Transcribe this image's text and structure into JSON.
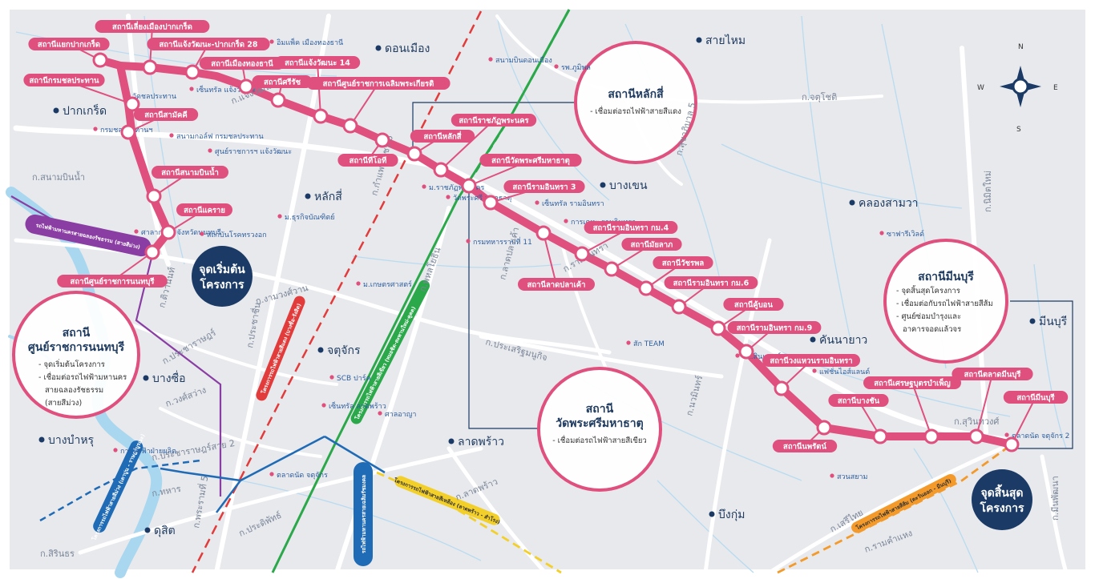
{
  "stations": [
    {
      "id": "pk-bypass",
      "label": "สถานีแยกปากเกร็ด"
    },
    {
      "id": "lieng-pk",
      "label": "สถานีเลี่ยงเมืองปากเกร็ด"
    },
    {
      "id": "cw-pk28",
      "label": "สถานีแจ้งวัฒนะ-ปากเกร็ด 28"
    },
    {
      "id": "mueang-thong",
      "label": "สถานีเมืองทองธานี"
    },
    {
      "id": "cw14",
      "label": "สถานีแจ้งวัฒนะ 14"
    },
    {
      "id": "kon-chon",
      "label": "สถานีกรมชลประทาน"
    },
    {
      "id": "srirat",
      "label": "สถานีศรีรัช"
    },
    {
      "id": "govt-center",
      "label": "สถานีศูนย์ราชการเฉลิมพระเกียรติ"
    },
    {
      "id": "samakkhi",
      "label": "สถานีสามัคคี"
    },
    {
      "id": "tot",
      "label": "สถานีทีโอที"
    },
    {
      "id": "laksi",
      "label": "สถานีหลักสี่"
    },
    {
      "id": "rajabhat",
      "label": "สถานีราชภัฏพระนคร"
    },
    {
      "id": "wat-phra-sri",
      "label": "สถานีวัดพระศรีมหาธาตุ"
    },
    {
      "id": "sanambinnam",
      "label": "สถานีสนามบินน้ำ"
    },
    {
      "id": "ramintra3",
      "label": "สถานีรามอินทรา 3"
    },
    {
      "id": "khae-rai",
      "label": "สถานีแคราย"
    },
    {
      "id": "ramintra-km4",
      "label": "สถานีรามอินทรา กม.4"
    },
    {
      "id": "maiyalap",
      "label": "สถานีมัยลาภ"
    },
    {
      "id": "nonthaburi-govt",
      "label": "สถานีศูนย์ราชการนนทบุรี"
    },
    {
      "id": "lat-pla-khao",
      "label": "สถานีลาดปลาเค้า"
    },
    {
      "id": "watcharaphon",
      "label": "สถานีวัชรพล"
    },
    {
      "id": "ramintra-km6",
      "label": "สถานีรามอินทรา กม.6"
    },
    {
      "id": "khubon",
      "label": "สถานีคู้บอน"
    },
    {
      "id": "ramintra-km9",
      "label": "สถานีรามอินทรา กม.9"
    },
    {
      "id": "nong-chok",
      "label": "สถานีนพรัตน์"
    },
    {
      "id": "bang-chan",
      "label": "สถานีบางชัน"
    },
    {
      "id": "setthabutbamphen",
      "label": "สถานีเศรษฐบุตรบำเพ็ญ"
    },
    {
      "id": "talat-minburi",
      "label": "สถานีตลาดมีนบุรี"
    },
    {
      "id": "minburi",
      "label": "สถานีมีนบุรี"
    },
    {
      "id": "nong-wong",
      "label": "สถานีวงแหวนรามอินทรา"
    }
  ],
  "places": [
    {
      "name": "ดอนเมือง"
    },
    {
      "name": "สายไหม"
    },
    {
      "name": "ปากเกร็ด"
    },
    {
      "name": "หลักสี่"
    },
    {
      "name": "บางเขน"
    },
    {
      "name": "คลองสามวา"
    },
    {
      "name": "มีนบุรี"
    },
    {
      "name": "คันนายาว"
    },
    {
      "name": "บางซื่อ"
    },
    {
      "name": "จตุจักร"
    },
    {
      "name": "บางบำหรุ"
    },
    {
      "name": "ลาดพร้าว"
    },
    {
      "name": "บึงกุ่ม"
    },
    {
      "name": "ดุสิต"
    }
  ],
  "pois": [
    {
      "name": "สนามบินดอนเมือง"
    },
    {
      "name": "รพ.ภูมิพล"
    },
    {
      "name": "อิมแพ็ค เมืองทองธานี"
    },
    {
      "name": "เซ็นทรัล แจ้งวัฒนะ"
    },
    {
      "name": "วัดชลประทาน"
    },
    {
      "name": "กรมชลประทานฯ"
    },
    {
      "name": "สนามกอล์ฟ กรมชลประทาน"
    },
    {
      "name": "ศูนย์ราชการฯ แจ้งวัฒนะ"
    },
    {
      "name": "ม.ราชภัฏพระนคร"
    },
    {
      "name": "วัดพระศรี มหาธาตุ"
    },
    {
      "name": "เซ็นทรัล รามอินทรา"
    },
    {
      "name": "การเคหะ รามอินทรา"
    },
    {
      "name": "กรมทหารราบที่ 11"
    },
    {
      "name": "ม.ธุรกิจบัณฑิตย์"
    },
    {
      "name": "ม.เกษตรศาสตร์"
    },
    {
      "name": "SCB ปาร์ค"
    },
    {
      "name": "เซ็นทรัล ลาดพร้าว"
    },
    {
      "name": "ศาลอาญา"
    },
    {
      "name": "ตลาดนัด จตุจักร"
    },
    {
      "name": "ศาลากลาง จังหวัดนนทบุรี"
    },
    {
      "name": "สถาบันโรคทรวงอก"
    },
    {
      "name": "การไฟฟ้าฝ่ายผลิต"
    },
    {
      "name": "ซาฟารีเวิลด์"
    },
    {
      "name": "สัก TEAM"
    },
    {
      "name": "รพ.สินแพทย์"
    },
    {
      "name": "แฟชั่นไอส์แลนด์"
    },
    {
      "name": "สวนสยาม"
    },
    {
      "name": "ตลาดนัด จตุจักร 2"
    }
  ],
  "roads": [
    {
      "name": "ก.แจ้งวัฒนะ"
    },
    {
      "name": "ก.สนามบินน้ำ"
    },
    {
      "name": "ก.จตุโชติ"
    },
    {
      "name": "ก.สุขาภิบาล 5"
    },
    {
      "name": "ก.กำแพงเพชร 6"
    },
    {
      "name": "ก.ลาดปลาเค้า"
    },
    {
      "name": "ก.พหลโยธิน"
    },
    {
      "name": "ก.รามอินทรา"
    },
    {
      "name": "ก.งามวงศ์วาน"
    },
    {
      "name": "ก.ติวานนท์"
    },
    {
      "name": "ก.ประชาราษฎร์"
    },
    {
      "name": "ก.ประชาชื่น"
    },
    {
      "name": "ก.ประเสริฐมนูกิจ"
    },
    {
      "name": "ก.นวมินทร์"
    },
    {
      "name": "ก.วงศ์สว่าง"
    },
    {
      "name": "ก.ประชาราษฎร์สาย 2"
    },
    {
      "name": "ก.ทหาร"
    },
    {
      "name": "ก.ลาดพร้าว"
    },
    {
      "name": "ก.สิรินธร"
    },
    {
      "name": "ก.พระรามที่ 5"
    },
    {
      "name": "ก.ประดิพัทธ์"
    },
    {
      "name": "ก.เสรีไทย"
    },
    {
      "name": "ก.รามคำแหง"
    },
    {
      "name": "ก.สุวินทวงศ์"
    },
    {
      "name": "ก.นิมิตใหม่"
    },
    {
      "name": "ก.มีนพัฒนา"
    }
  ],
  "callouts": {
    "laksi": {
      "title": "สถานีหลักสี่",
      "bullet": "- เชื่อมต่อรถไฟฟ้าสายสีแดง"
    },
    "nonthaburi": {
      "title1": "สถานี",
      "title2": "ศูนย์ราชการนนทบุรี",
      "b1": "-  จุดเริ่มต้นโครงการ",
      "b2": "-  เชื่อมต่อรถไฟฟ้ามหานคร",
      "b3": "สายฉลองรัชธรรม",
      "b4": "(สายสีม่วง)"
    },
    "wat": {
      "title1": "สถานี",
      "title2": "วัดพระศรีมหาธาตุ",
      "bullet": "- เชื่อมต่อรถไฟฟ้าสายสีเขียว"
    },
    "minburi": {
      "title": "สถานีมีนบุรี",
      "b1": "- จุดสิ้นสุดโครงการ",
      "b2": "- เชื่อมต่อกับรถไฟฟ้าสายสีส้ม",
      "b3": "- ศูนย์ซ่อมบำรุงและ",
      "b4": "อาคารจอดแล้วจร"
    }
  },
  "badges": {
    "start": {
      "line1": "จุดเริ่มต้น",
      "line2": "โครงการ"
    },
    "end": {
      "line1": "จุดสิ้นสุด",
      "line2": "โครงการ"
    }
  },
  "route_labels": {
    "purple": "รถไฟฟ้ามหานครสายฉลองรัชธรรม (สายสีม่วง)",
    "red": "โครงการรถไฟฟ้าสายสีแดง (บางซื่อ-รังสิต)",
    "green": "โครงการรถไฟฟ้าสายสีเขียว (หมอชิต-สะพานใหม่-คูคต)",
    "yellow": "โครงการรถไฟฟ้าสายสีเหลือง (ลาดพร้าว - สำโรง)",
    "orange": "โครงการรถไฟฟ้าสายสีส้ม (ตะวันออก - มีนบุรี)",
    "blue1": "รถไฟฟ้ามหานครสายเฉลิมรัชมงคล",
    "blue2": "โครงการรถไฟฟ้าสายสีม่วง (เตาปูน - ราษฎร์บูรณะ)"
  },
  "compass": {
    "n": "N",
    "s": "S",
    "e": "E",
    "w": "W"
  },
  "colors": {
    "pink": "#e0507e",
    "pink_light": "#f6b9cc",
    "navy": "#1b3b66",
    "bg": "#e8e9ed",
    "water": "#a9d7ef",
    "red": "#e23b3b",
    "green": "#2aa84a",
    "yellow": "#f3cf2a",
    "orange": "#f39a2a",
    "purple": "#8a3ea3",
    "blue": "#1f6bb5"
  }
}
